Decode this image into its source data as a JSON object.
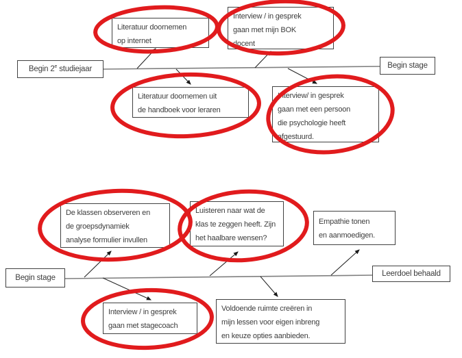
{
  "colors": {
    "red": "#e11b1d",
    "box_border": "#404040",
    "spine": "#7f7f7f",
    "arrow": "#262626",
    "text": "#3d3d3d",
    "background": "#ffffff"
  },
  "diagram_top": {
    "start_label": {
      "prefix": "Begin 2",
      "sup": "e",
      "suffix": " studiejaar"
    },
    "end_label": "Begin stage",
    "causes": [
      {
        "id": "literatuur-internet",
        "circled": true,
        "lines": [
          "Literatuur doornemen",
          "op internet"
        ]
      },
      {
        "id": "bok-docent",
        "circled": true,
        "lines": [
          "Interview / in gesprek",
          "gaan met mijn BOK",
          "docent"
        ]
      },
      {
        "id": "handboek-leraren",
        "circled": true,
        "lines": [
          "Literatuur doornemen uit",
          "de handboek voor leraren"
        ]
      },
      {
        "id": "persoon-psychologie",
        "circled": true,
        "lines": [
          "Interview/ in gesprek",
          "gaan met een persoon",
          "die psychologie heeft",
          "afgestuurd."
        ]
      }
    ]
  },
  "diagram_bottom": {
    "start_label": "Begin stage",
    "end_label": "Leerdoel behaald",
    "causes": [
      {
        "id": "klassen-observeren",
        "circled": true,
        "lines": [
          "De klassen observeren en",
          "de groepsdynamiek",
          "analyse formulier invullen"
        ]
      },
      {
        "id": "luisteren-klas",
        "circled": true,
        "lines": [
          "Luisteren naar wat de",
          "klas te zeggen heeft. Zijn",
          "het haalbare wensen?"
        ]
      },
      {
        "id": "empathie-tonen",
        "circled": false,
        "lines": [
          "Empathie tonen",
          "en aanmoedigen."
        ]
      },
      {
        "id": "interview-stagecoach",
        "circled": true,
        "lines": [
          "Interview / in gesprek",
          "gaan met stagecoach"
        ]
      },
      {
        "id": "voldoende-ruimte",
        "circled": false,
        "lines": [
          "Voldoende ruimte creëren in",
          "mijn lessen voor eigen inbreng",
          "en keuze opties aanbieden."
        ]
      }
    ]
  }
}
